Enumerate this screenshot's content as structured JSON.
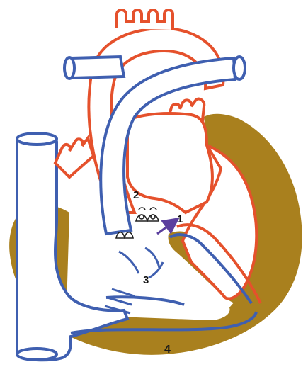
{
  "labels": {
    "one": "1",
    "two": "2",
    "three": "3",
    "four": "4"
  },
  "colors": {
    "background": "#ffffff",
    "red_outline": "#e5512c",
    "blue_outline": "#3f5fb0",
    "myocardium": "#a9801e",
    "chamber_fill": "#ffffff",
    "arrow": "#5b3f9e"
  },
  "icons": {
    "arrow": "blood-flow-arrow-icon",
    "valve": "valve-cusp-icon"
  }
}
